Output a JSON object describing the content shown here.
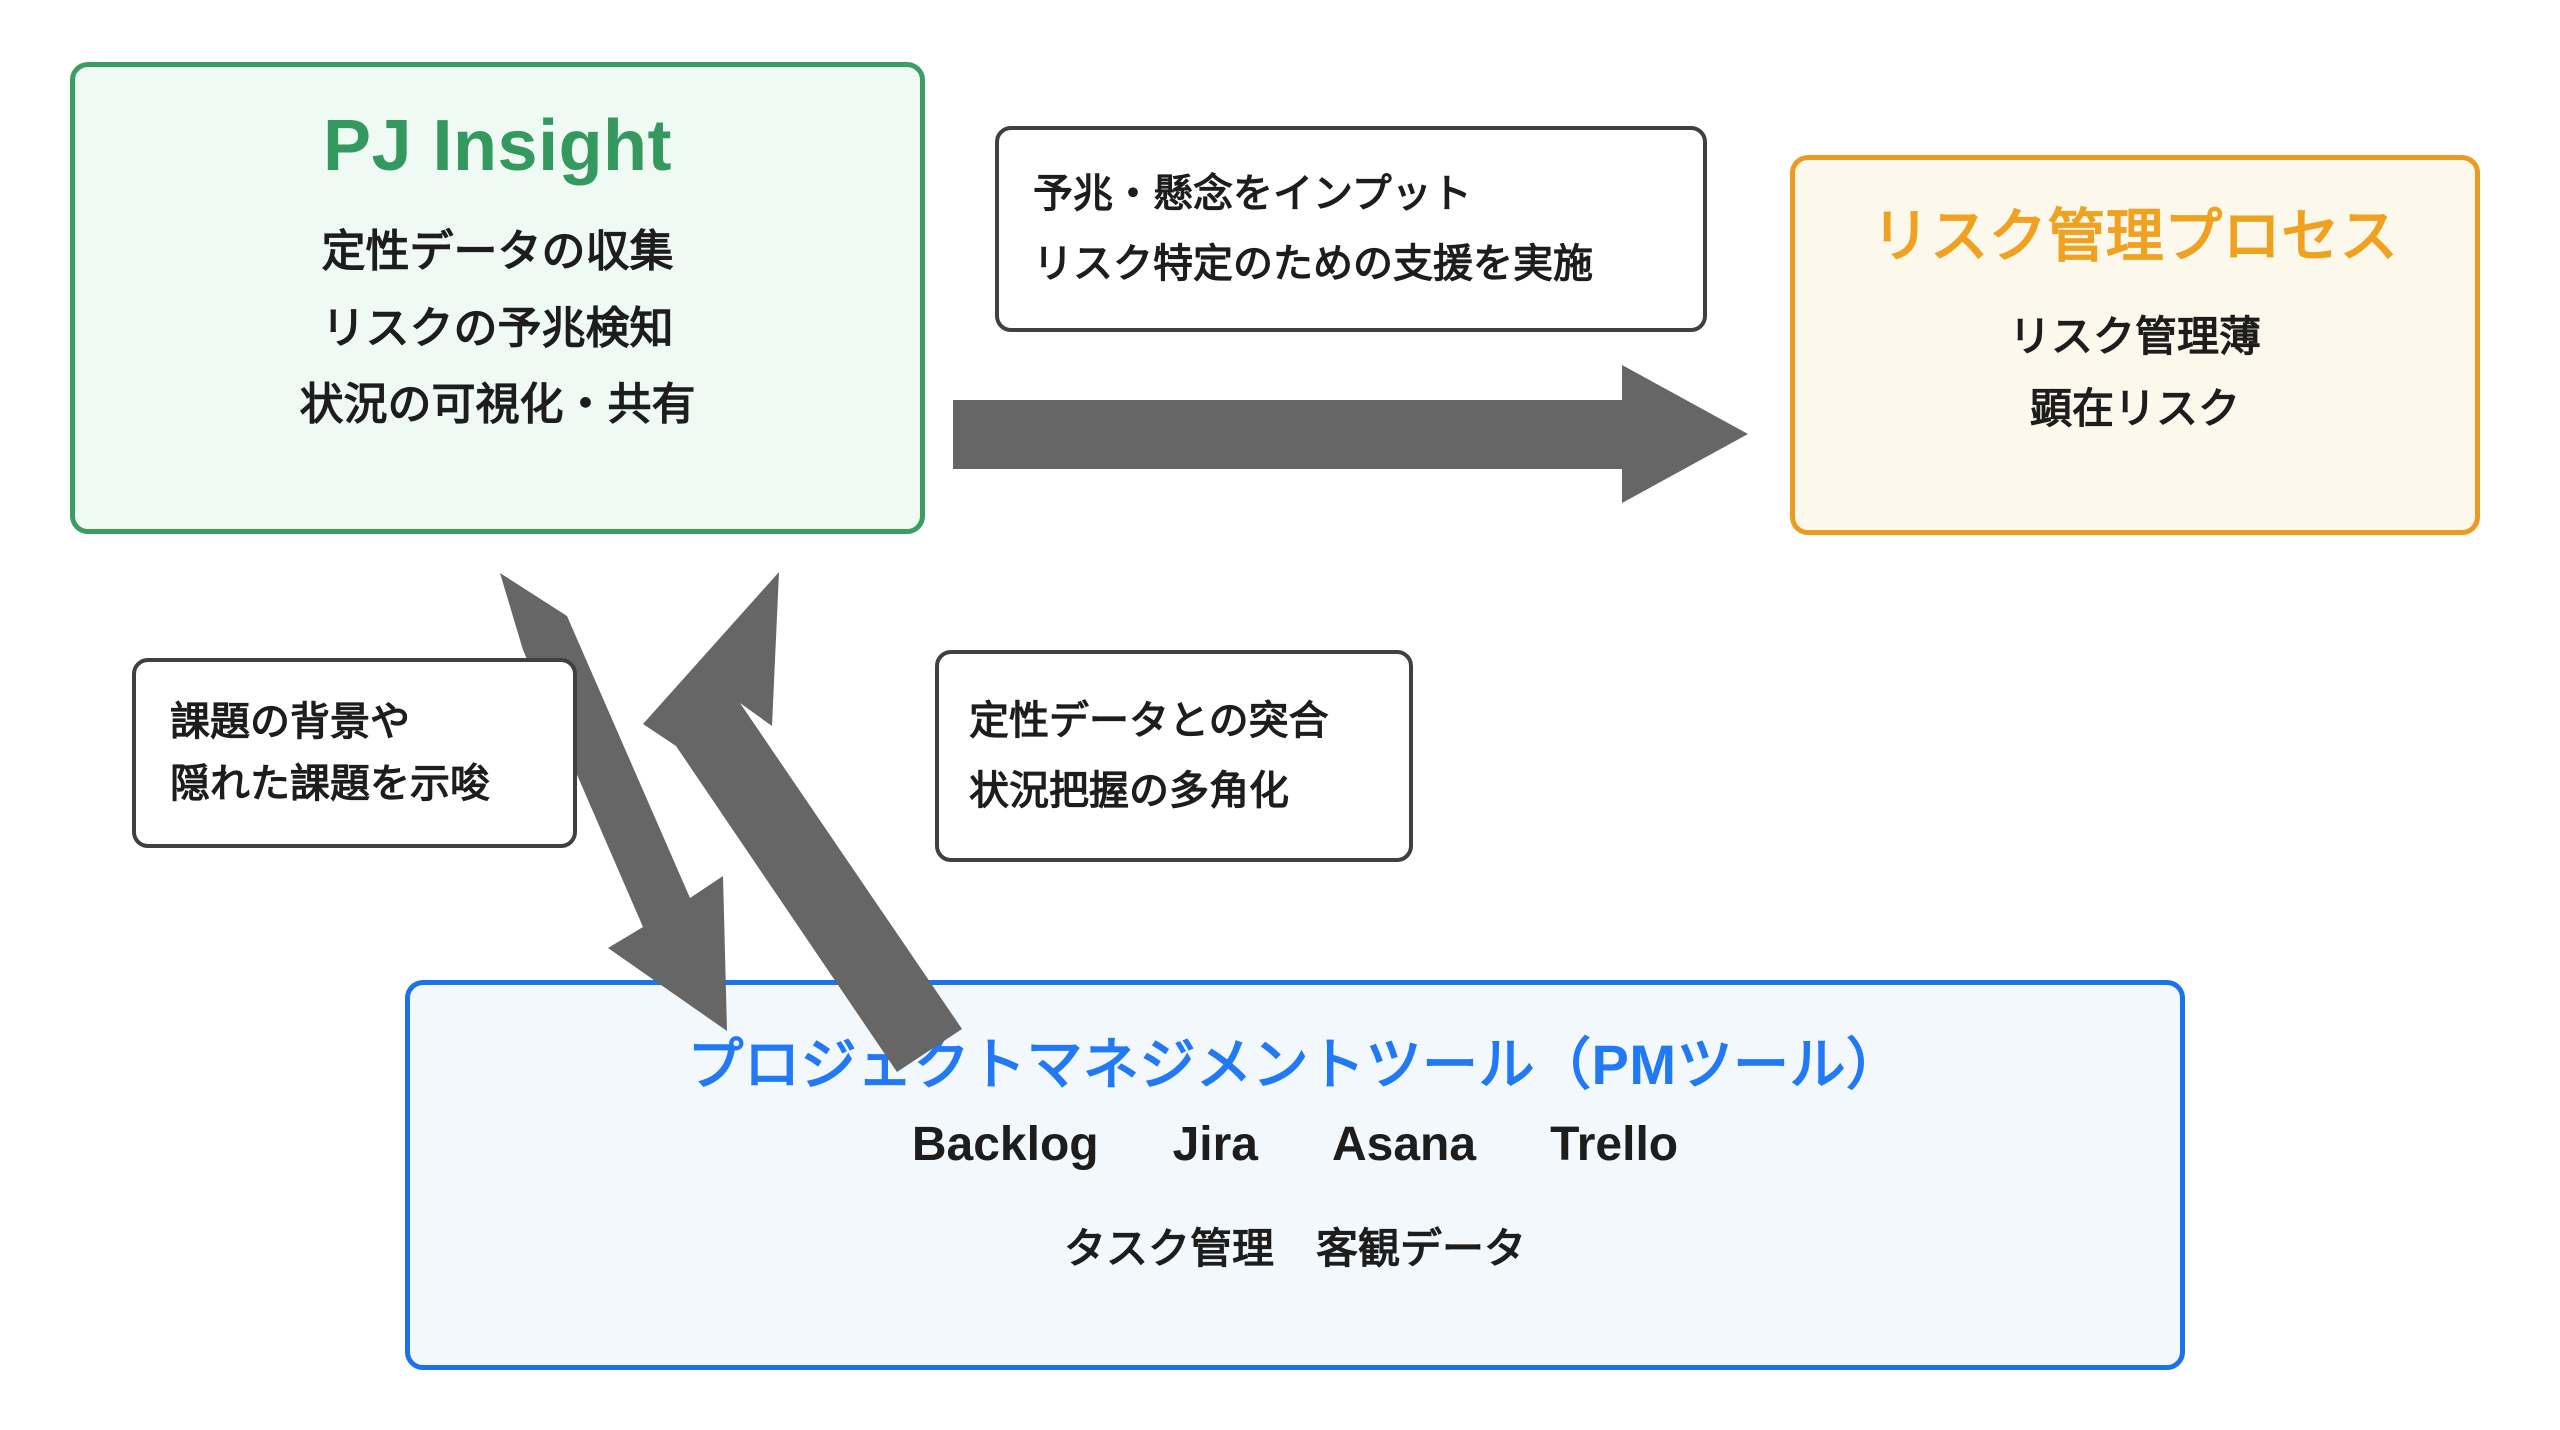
{
  "diagram": {
    "background_color": "#ffffff",
    "nodes": {
      "pj_insight": {
        "title": "PJ Insight",
        "title_color": "#34995e",
        "border_color": "#3a9e63",
        "fill_color": "#f0faf5",
        "lines": [
          "定性データの収集",
          "リスクの予兆検知",
          "状況の可視化・共有"
        ]
      },
      "risk_process": {
        "title": "リスク管理プロセス",
        "title_color": "#f0a11f",
        "border_color": "#eb9a22",
        "fill_color": "#fdf8ec",
        "lines": [
          "リスク管理薄",
          "顕在リスク"
        ]
      },
      "pm_tool": {
        "title": "プロジェクトマネジメントツール（PMツール）",
        "title_color": "#2179f5",
        "border_color": "#1a73e8",
        "fill_color": "#f3f8fd",
        "tools": [
          "Backlog",
          "Jira",
          "Asana",
          "Trello"
        ],
        "lines": [
          "タスク管理　客観データ"
        ]
      }
    },
    "callouts": {
      "input": {
        "lines": [
          "予兆・懸念をインプット",
          "リスク特定のための支援を実施"
        ]
      },
      "issue": {
        "lines": [
          "課題の背景や",
          "隠れた課題を示唆"
        ]
      },
      "match": {
        "lines": [
          "定性データとの突合",
          "状況把握の多角化"
        ]
      }
    },
    "arrows": {
      "color": "#666666",
      "items": [
        {
          "name": "pj-insight-to-risk-process",
          "direction": "right"
        },
        {
          "name": "pj-insight-to-pm-tool",
          "direction": "down-right"
        },
        {
          "name": "pm-tool-to-pj-insight",
          "direction": "up-left"
        }
      ]
    }
  }
}
